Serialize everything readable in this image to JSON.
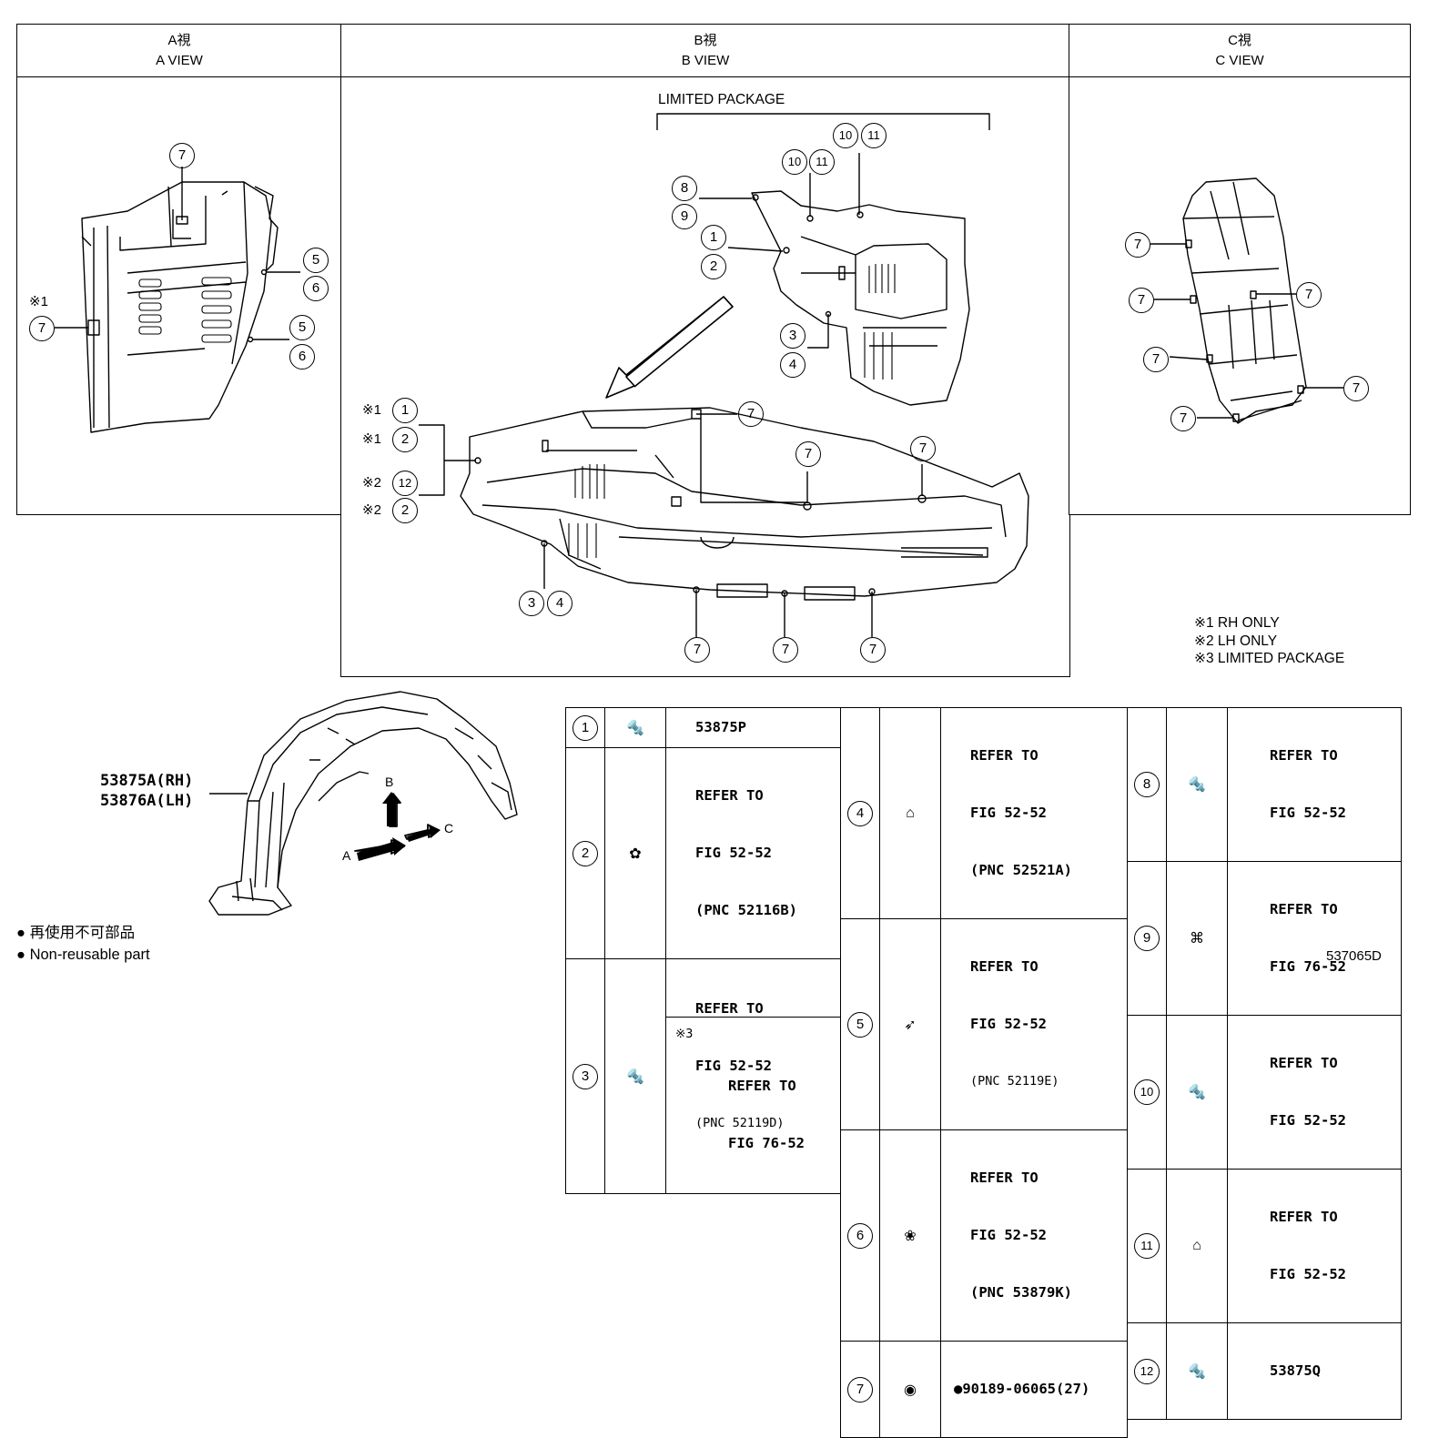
{
  "views": {
    "a": {
      "jp": "A視",
      "en": "A VIEW"
    },
    "b": {
      "jp": "B視",
      "en": "B VIEW"
    },
    "c": {
      "jp": "C視",
      "en": "C VIEW"
    }
  },
  "b_view": {
    "limited_package_label": "LIMITED PACKAGE"
  },
  "marks": {
    "rh_note": "※1",
    "lh_note": "※2",
    "lp_note": "※3"
  },
  "callouts": {
    "c1": "1",
    "c2": "2",
    "c3": "3",
    "c4": "4",
    "c5": "5",
    "c6": "6",
    "c7": "7",
    "c8": "8",
    "c9": "9",
    "c10": "10",
    "c11": "11",
    "c12": "12"
  },
  "notes": [
    "※1 RH ONLY",
    "※2 LH ONLY",
    "※3 LIMITED PACKAGE"
  ],
  "main_part": {
    "rh": "53875A(RH)",
    "lh": "53876A(LH)"
  },
  "arrows": {
    "a": "A",
    "b": "B",
    "c": "C"
  },
  "legend": {
    "jp": "再使用不可部品",
    "en": "Non-reusable part"
  },
  "figure_id": "537065D",
  "parts_table": {
    "col1": [
      {
        "no": "1",
        "lines": [
          "53875P"
        ]
      },
      {
        "no": "2",
        "lines": [
          "REFER TO",
          "FIG 52-52",
          "(PNC 52116B)"
        ]
      },
      {
        "no": "3",
        "lines": [
          "REFER TO",
          "FIG 52-52",
          "(PNC 52119D)"
        ],
        "sub_mark": "※3",
        "sub_lines": [
          "REFER TO",
          "FIG 76-52"
        ]
      }
    ],
    "col2": [
      {
        "no": "4",
        "lines": [
          "REFER TO",
          "FIG 52-52",
          "(PNC 52521A)"
        ]
      },
      {
        "no": "5",
        "lines": [
          "REFER TO",
          "FIG 52-52",
          "(PNC 52119E)"
        ]
      },
      {
        "no": "6",
        "lines": [
          "REFER TO",
          "FIG 52-52",
          "(PNC 53879K)"
        ]
      },
      {
        "no": "7",
        "lines": [
          "●90189-06065(27)"
        ]
      }
    ],
    "col3": [
      {
        "no": "8",
        "lines": [
          "REFER TO",
          "FIG 52-52"
        ]
      },
      {
        "no": "9",
        "lines": [
          "REFER TO",
          "FIG 76-52"
        ]
      },
      {
        "no": "10",
        "lines": [
          "REFER TO",
          "FIG 52-52"
        ]
      },
      {
        "no": "11",
        "lines": [
          "REFER TO",
          "FIG 52-52"
        ]
      },
      {
        "no": "12",
        "lines": [
          "53875Q"
        ]
      }
    ]
  }
}
